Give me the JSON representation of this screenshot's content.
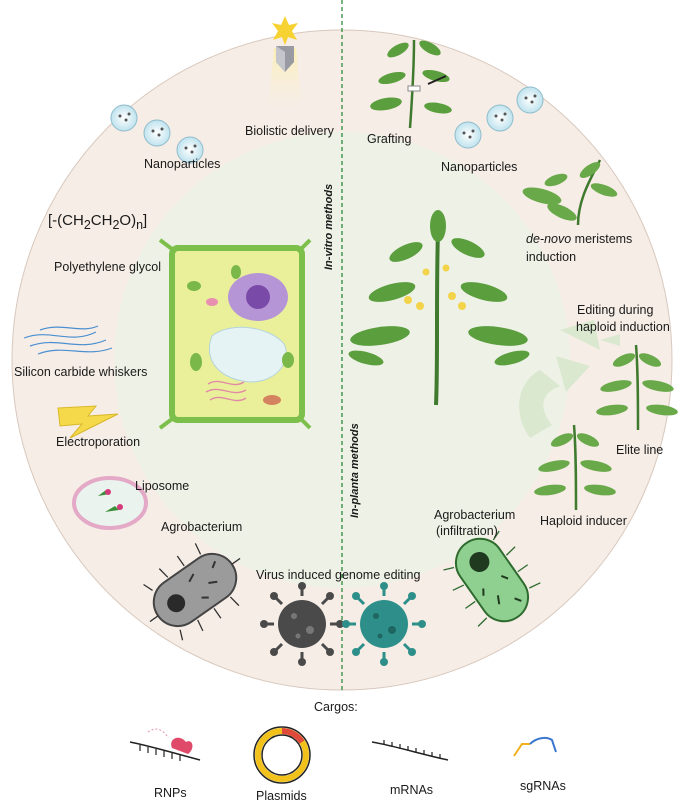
{
  "left_methods_label": "In-vitro methods",
  "right_methods_label": "In-planta methods",
  "left": {
    "biolistic": "Biolistic delivery",
    "nanoparticles": "Nanoparticles",
    "peg_formula_prefix": "[-(CH",
    "peg_formula_sub1": "2",
    "peg_formula_mid1": "CH",
    "peg_formula_sub2": "2",
    "peg_formula_mid2": "O)",
    "peg_formula_sub3": "n",
    "peg_formula_suffix": "]",
    "peg": "Polyethylene glycol",
    "silicon": "Silicon carbide whiskers",
    "electroporation": "Electroporation",
    "liposome": "Liposome",
    "agrobacterium": "Agrobacterium"
  },
  "center": {
    "virus": "Virus induced genome  editing"
  },
  "right": {
    "grafting": "Grafting",
    "nanoparticles": "Nanoparticles",
    "denovo_italic": "de-novo",
    "denovo_rest": " meristems",
    "denovo_line2": "induction",
    "editing_line1": "Editing during",
    "editing_line2": "haploid induction",
    "elite": "Elite line",
    "haploid": "Haploid inducer",
    "agro_line1": "Agrobacterium",
    "agro_line2": "(infiltration)"
  },
  "cargos": {
    "title": "Cargos:",
    "items": [
      "RNPs",
      "Plasmids",
      "mRNAs",
      "sgRNAs"
    ]
  },
  "colors": {
    "outer_ring": "#f6ede6",
    "inner_circle": "#eef1e6",
    "divider": "#2e8b3a",
    "cell_wall": "#7cbf4a",
    "cytoplasm": "#eaf09a",
    "nucleus": "#9a6ac0",
    "vacuole": "#e6f3f5",
    "bacterium_grey": "#9b9b9b",
    "bacterium_green": "#8fcf8f",
    "virus_dark": "#4a4a4a",
    "virus_teal": "#2e8f8a",
    "plasmid_ring": "#f2c21b",
    "arrow": "#d9e8cf"
  }
}
